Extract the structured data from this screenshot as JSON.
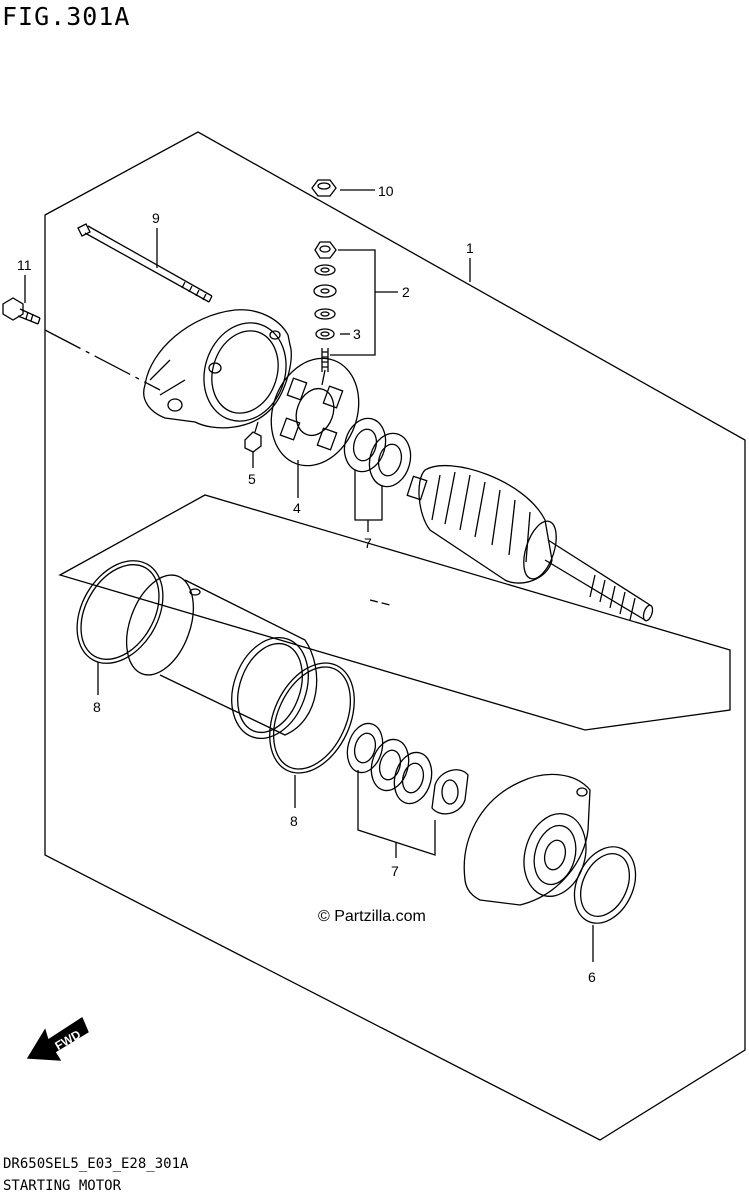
{
  "figure": {
    "title": "FIG.301A",
    "model_code": "DR650SEL5_E03_E28_301A",
    "section_name": "STARTING MOTOR",
    "watermark": "© Partzilla.com",
    "direction_label": "FWD"
  },
  "callouts": [
    {
      "id": "1",
      "label": "1"
    },
    {
      "id": "2",
      "label": "2"
    },
    {
      "id": "3",
      "label": "3"
    },
    {
      "id": "4",
      "label": "4"
    },
    {
      "id": "5",
      "label": "5"
    },
    {
      "id": "6",
      "label": "6"
    },
    {
      "id": "7a",
      "label": "7"
    },
    {
      "id": "7b",
      "label": "7"
    },
    {
      "id": "8a",
      "label": "8"
    },
    {
      "id": "8b",
      "label": "8"
    },
    {
      "id": "9",
      "label": "9"
    },
    {
      "id": "10",
      "label": "10"
    },
    {
      "id": "11",
      "label": "11"
    }
  ]
}
